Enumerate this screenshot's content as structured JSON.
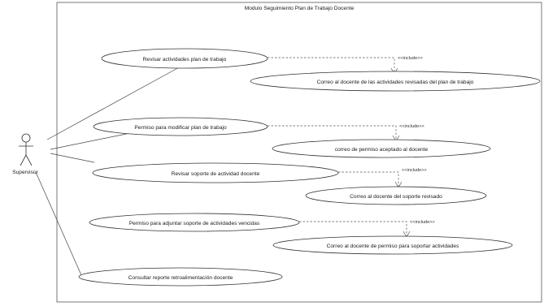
{
  "system": {
    "title": "Modulo Seguimiento Plan de Trabajo Docente"
  },
  "actor": {
    "name": "Supervisor",
    "icon": "stick-figure-icon"
  },
  "use_cases": [
    {
      "id": "uc1",
      "label": "Revisar actividades plan de trabajo"
    },
    {
      "id": "uc2",
      "label": "Correo al docente de las actividades revisadas del plan de trabajo"
    },
    {
      "id": "uc3",
      "label": "Permiso para modificar plan de trabajo"
    },
    {
      "id": "uc4",
      "label": "correo de permiso aceptado al docente"
    },
    {
      "id": "uc5",
      "label": "Revisar soporte de actividad docente"
    },
    {
      "id": "uc6",
      "label": "Correo al docente del soporte revisado"
    },
    {
      "id": "uc7",
      "label": "Permiso para adjuntar soporte de actividades vencidas"
    },
    {
      "id": "uc8",
      "label": "Correo al docente de permiso para soportar actividades"
    },
    {
      "id": "uc9",
      "label": "Consultar reporte retroalimentación docente"
    }
  ],
  "relations": {
    "include_label": "<<include>>",
    "includes": [
      {
        "from": "uc1",
        "to": "uc2"
      },
      {
        "from": "uc3",
        "to": "uc4"
      },
      {
        "from": "uc5",
        "to": "uc6"
      },
      {
        "from": "uc7",
        "to": "uc8"
      }
    ],
    "associations": [
      {
        "actor": "Supervisor",
        "use_case": "uc1"
      },
      {
        "actor": "Supervisor",
        "use_case": "uc3"
      },
      {
        "actor": "Supervisor",
        "use_case": "uc5"
      },
      {
        "actor": "Supervisor",
        "use_case": "uc9"
      }
    ]
  }
}
